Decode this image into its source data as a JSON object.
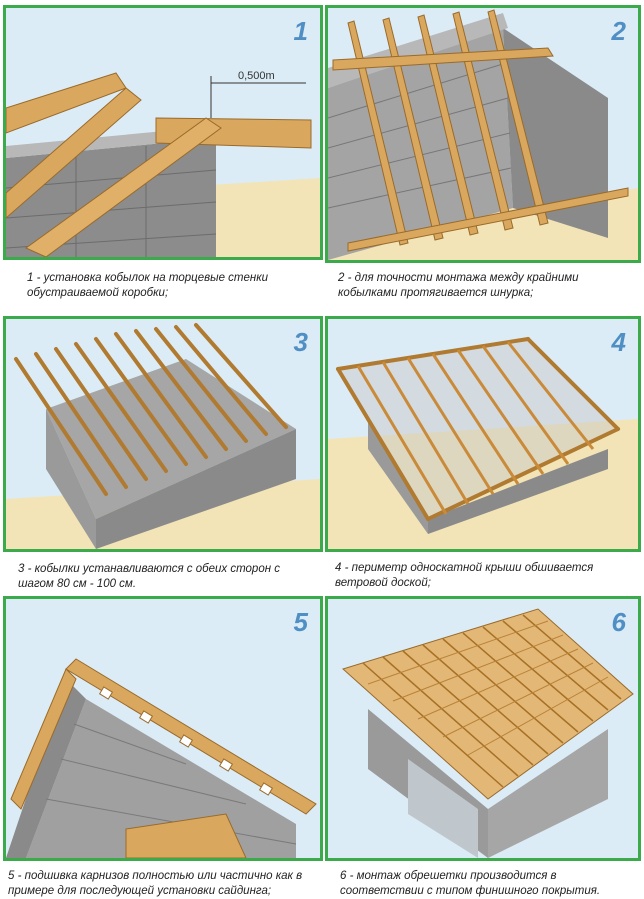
{
  "steps": [
    {
      "number": "1",
      "caption": "1 - установка кобылок на торцевые стенки обустраиваемой коробки;",
      "dimension": "0,500m"
    },
    {
      "number": "2",
      "caption": "2 - для точности монтажа между крайними кобылками протягивается шнурка;"
    },
    {
      "number": "3",
      "caption": "3 - кобылки устанавливаются с обеих сторон с шагом 80 см - 100 см."
    },
    {
      "number": "4",
      "caption": "4 - периметр односкатной крыши обшивается ветровой доской;"
    },
    {
      "number": "5",
      "caption": "5 - подшивка карнизов полностью или частично как в примере для последующей установки сайдинга;"
    },
    {
      "number": "6",
      "caption": "6 - монтаж обрешетки производится в соответствии с типом финишного покрытия."
    }
  ],
  "colors": {
    "frame": "#3aaa4a",
    "number": "#4f8fc4",
    "wood": "#d9a85e",
    "block": "#9a9a9a",
    "sky": "#dcecf6",
    "ground": "#f2e4b6"
  }
}
